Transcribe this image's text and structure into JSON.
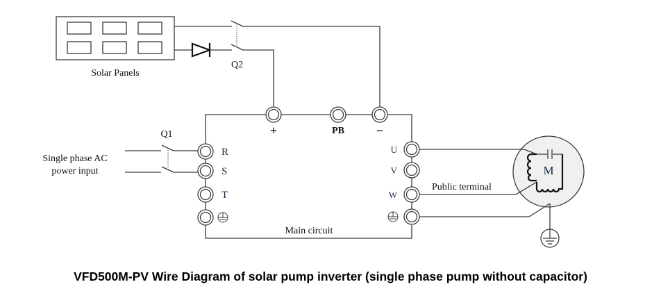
{
  "solar": {
    "label": "Solar Panels",
    "cell_count": 6
  },
  "switches": {
    "q2_label": "Q2",
    "q1_label": "Q1"
  },
  "input": {
    "line1": "Single phase AC",
    "line2": "power input"
  },
  "dc_terminals": [
    {
      "label": "+"
    },
    {
      "label": "PB"
    },
    {
      "label": "−"
    }
  ],
  "input_terminals": [
    {
      "label": "R"
    },
    {
      "label": "S"
    },
    {
      "label": "T"
    },
    {
      "label": "ground-symbol"
    }
  ],
  "output_terminals": [
    {
      "label": "U"
    },
    {
      "label": "V"
    },
    {
      "label": "W"
    },
    {
      "label": "ground-symbol"
    }
  ],
  "main_circuit_label": "Main circuit",
  "public_terminal_label": "Public terminal",
  "motor_label": "M",
  "caption": "VFD500M-PV Wire Diagram of solar pump inverter (single phase pump without capacitor)",
  "colors": {
    "motor_fill": "#f0f0f0",
    "line": "#3a3a3a"
  }
}
